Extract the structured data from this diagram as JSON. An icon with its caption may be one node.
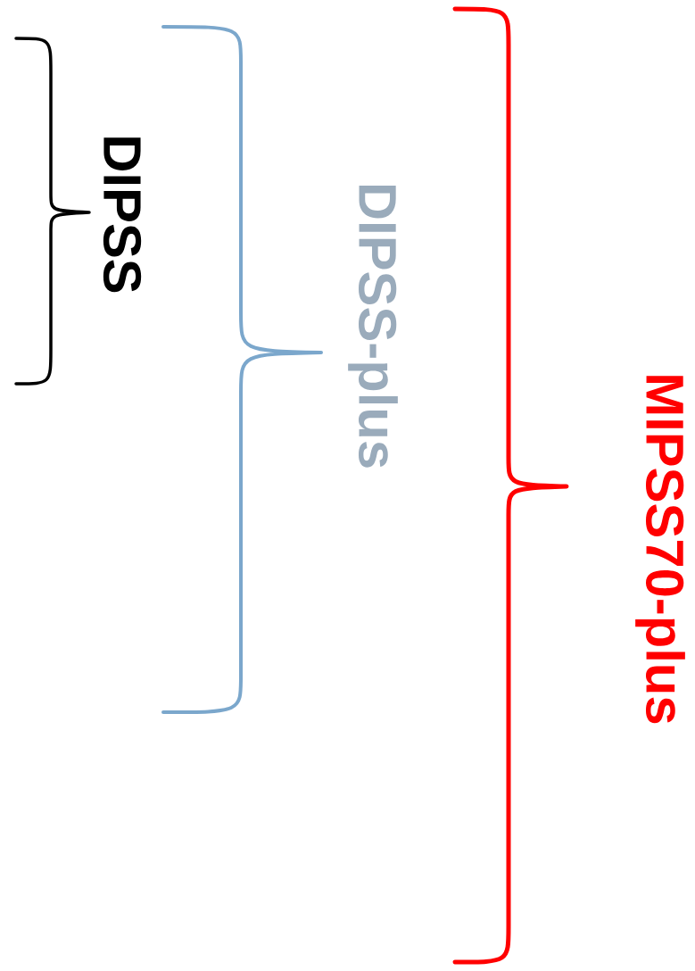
{
  "diagram": {
    "labels": [
      "DIPSS",
      "DIPSS-plus",
      "MIPSS70-plus"
    ]
  }
}
